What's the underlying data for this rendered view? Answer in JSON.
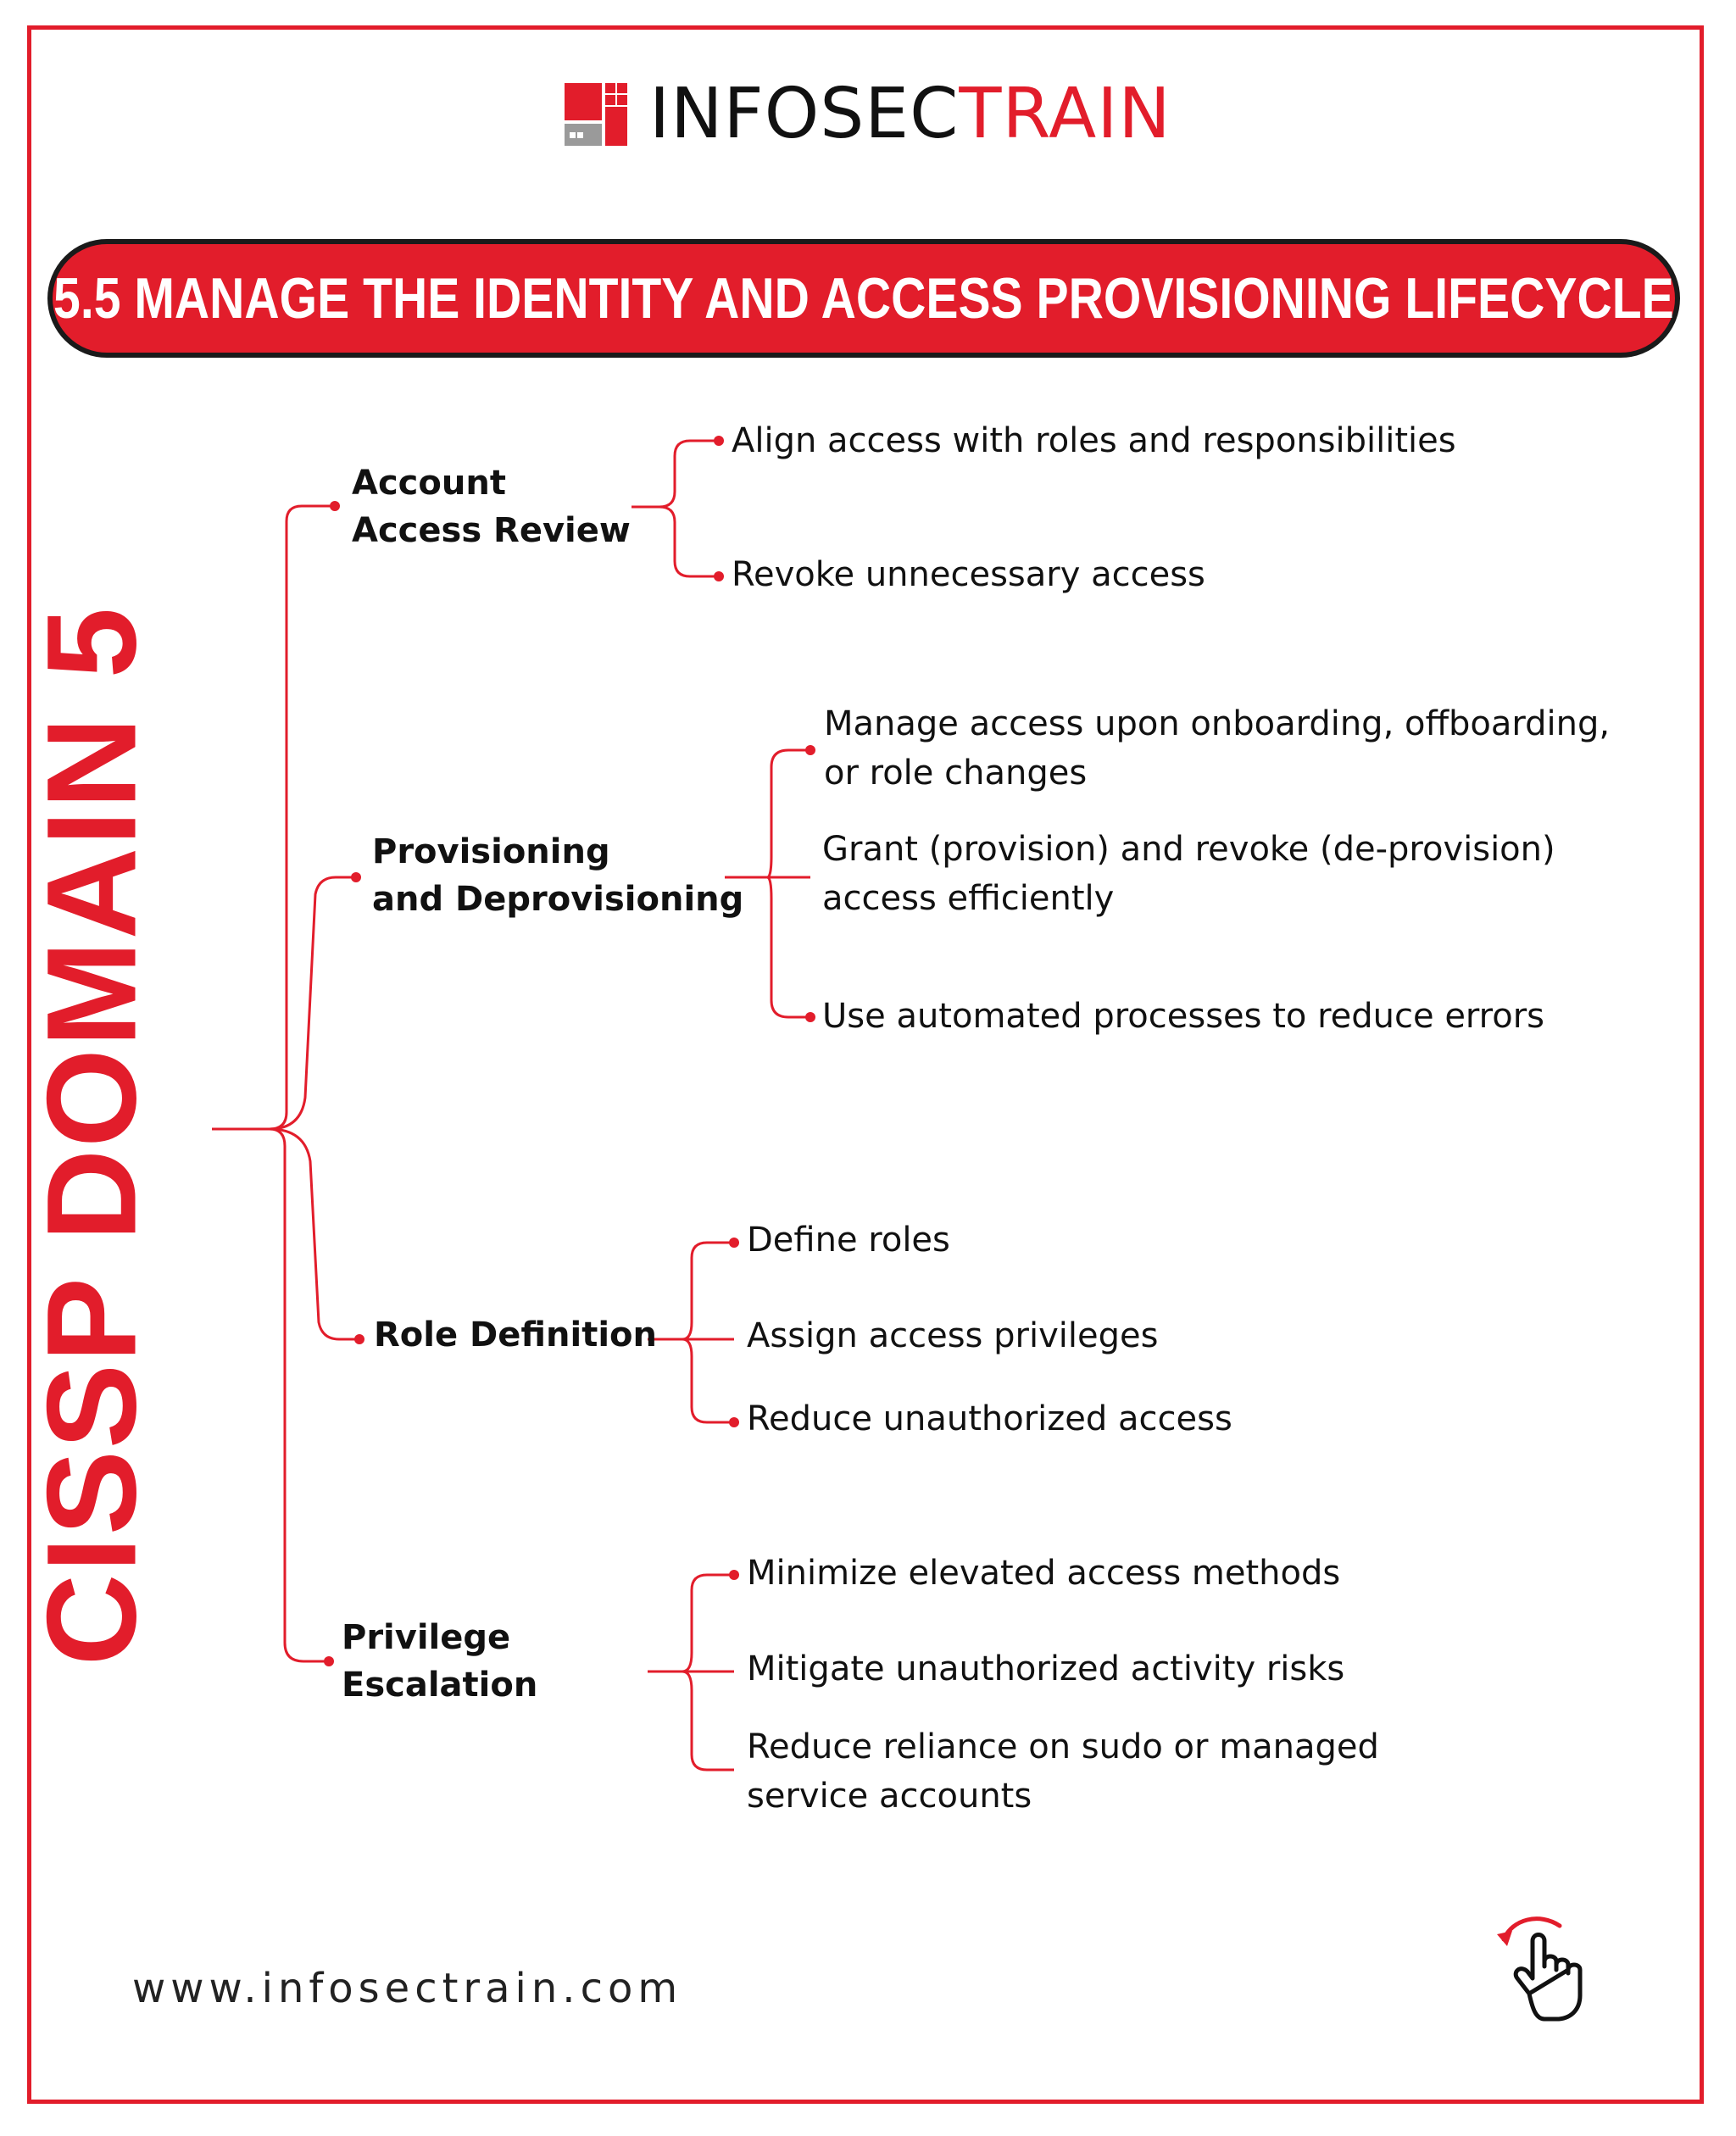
{
  "brand": {
    "part1": "INFOSEC",
    "part2": "TRAIN",
    "accent_color": "#e21d2b"
  },
  "title": "5.5 MANAGE THE IDENTITY AND ACCESS PROVISIONING LIFECYCLE",
  "root": "CISSP DOMAIN 5",
  "topics": [
    {
      "lines": [
        "Account",
        "Access Review"
      ],
      "items": [
        [
          "Align access with roles and responsibilities"
        ],
        [
          "Revoke unnecessary access"
        ]
      ]
    },
    {
      "lines": [
        "Provisioning",
        "and Deprovisioning"
      ],
      "items": [
        [
          "Manage access upon onboarding, offboarding,",
          "or role changes"
        ],
        [
          "Grant (provision) and revoke (de-provision)",
          "access efficiently"
        ],
        [
          "Use automated processes to reduce errors"
        ]
      ]
    },
    {
      "lines": [
        "Role Definition"
      ],
      "items": [
        [
          "Define roles"
        ],
        [
          "Assign access privileges"
        ],
        [
          "Reduce unauthorized access"
        ]
      ]
    },
    {
      "lines": [
        "Privilege",
        "Escalation"
      ],
      "items": [
        [
          "Minimize elevated access methods"
        ],
        [
          "Mitigate unauthorized activity risks"
        ],
        [
          "Reduce reliance on sudo or managed",
          "service accounts"
        ]
      ]
    }
  ],
  "footer": {
    "url": "www.infosectrain.com"
  },
  "icons": {
    "logo": "infosectrain-logo-icon",
    "hand": "hand-pointer-icon"
  }
}
